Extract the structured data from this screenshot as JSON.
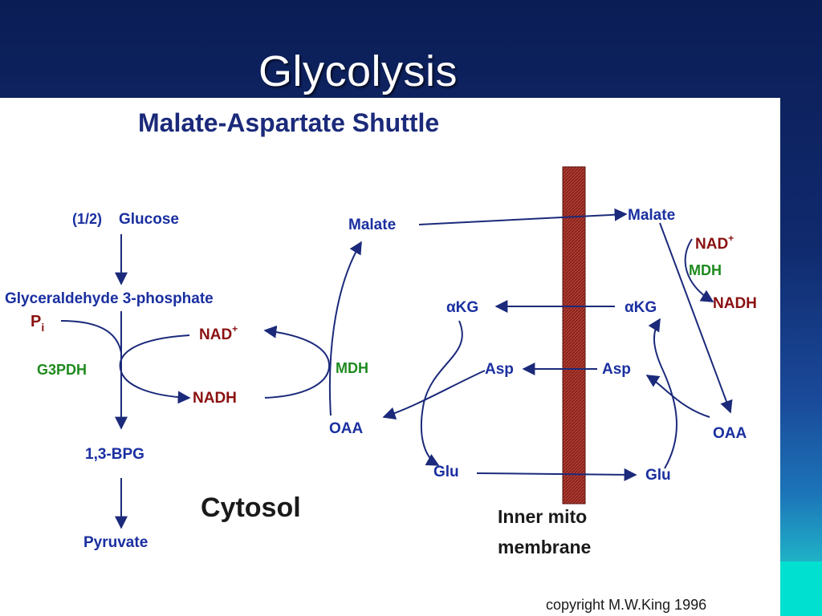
{
  "slide": {
    "title": "Glycolysis"
  },
  "diagram": {
    "heading": "Malate-Aspartate Shuttle",
    "glucose_fraction": "(1/2)",
    "glucose": "Glucose",
    "g3p": "Glyceraldehyde 3-phosphate",
    "pi": "P",
    "pi_sub": "i",
    "g3pdh": "G3PDH",
    "bpg": "1,3-BPG",
    "pyruvate": "Pyruvate",
    "cytosol": "Cytosol",
    "nad_left": "NAD",
    "nad_sup": "+",
    "nadh_left": "NADH",
    "malate_left": "Malate",
    "mdh_left": "MDH",
    "oaa_left": "OAA",
    "akg_left": "αKG",
    "asp_left": "Asp",
    "glu_left": "Glu",
    "malate_right": "Malate",
    "nad_right": "NAD",
    "mdh_right": "MDH",
    "nadh_right": "NADH",
    "akg_right": "αKG",
    "asp_right": "Asp",
    "oaa_right": "OAA",
    "glu_right": "Glu",
    "membrane_line1": "Inner mito",
    "membrane_line2": "membrane",
    "copyright": "copyright M.W.King 1996"
  },
  "colors": {
    "metabolite": "#1a2fa0",
    "enzyme": "#1f8a1f",
    "cofactor": "#8b1010",
    "membrane": "#a0322a"
  }
}
